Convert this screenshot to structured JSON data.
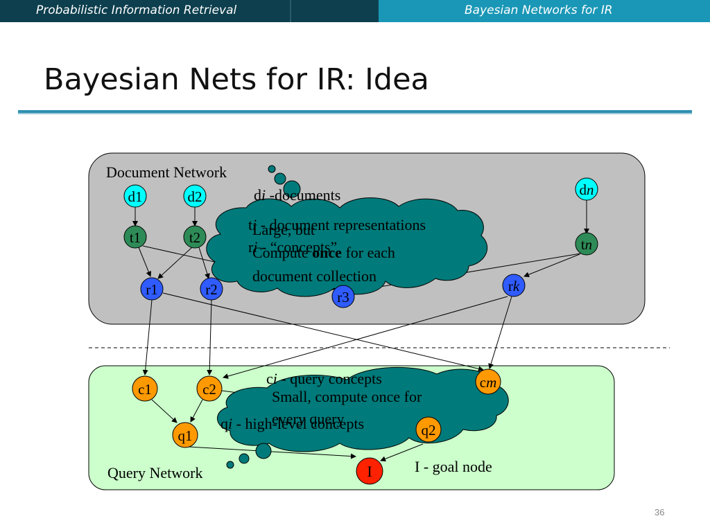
{
  "header": {
    "left": "Probabilistic Information Retrieval",
    "right": "Bayesian Networks for IR"
  },
  "slide": {
    "title": "Bayesian Nets for IR: Idea",
    "page_number": "36"
  },
  "diagram": {
    "document_network_label": "Document Network",
    "query_network_label": "Query Network",
    "nodes": {
      "d1": "d1",
      "d2": "d2",
      "dn_prefix": "d",
      "dn_italic": "n",
      "t1": "t1",
      "t2": "t2",
      "tn_prefix": "t",
      "tn_italic": "n",
      "r1": "r1",
      "r2": "r2",
      "r3": "r3",
      "rk_prefix": "r",
      "rk_italic": "k",
      "c1": "c1",
      "c2": "c2",
      "cm_prefix": "c",
      "cm_italic": "m",
      "q1": "q1",
      "q2": "q2",
      "I": "I"
    },
    "legend": {
      "di_prefix": "d",
      "di_italic": "i",
      "di_text": " -documents",
      "ti_prefix": "t",
      "ti_italic": "i",
      "ti_text": " - document representations",
      "ri_prefix": "r",
      "ri_italic": "i",
      "ri_text": " - “concepts”",
      "ci_prefix": "c",
      "ci_italic": "i",
      "ci_text": " - query concepts",
      "qi_prefix": "q",
      "qi_italic": "i",
      "qi_text": " - high-level concepts",
      "goal": "I - goal node"
    },
    "doc_cloud": {
      "line1": "Large, but",
      "line2_before": "Compute ",
      "line2_bold": "once",
      "line2_after": " for each",
      "line3": "document collection"
    },
    "query_cloud": {
      "line1": "Small, compute once for",
      "line2": "every query"
    },
    "colors": {
      "doc_node": "#00ffff",
      "term_node": "#2e8b57",
      "concept_node": "#2f5bff",
      "query_node": "#ff9900",
      "goal_node": "#ff2200",
      "cloud": "#007a7a",
      "doc_panel": "#c0c0c0",
      "query_panel": "#ccffcc"
    }
  }
}
